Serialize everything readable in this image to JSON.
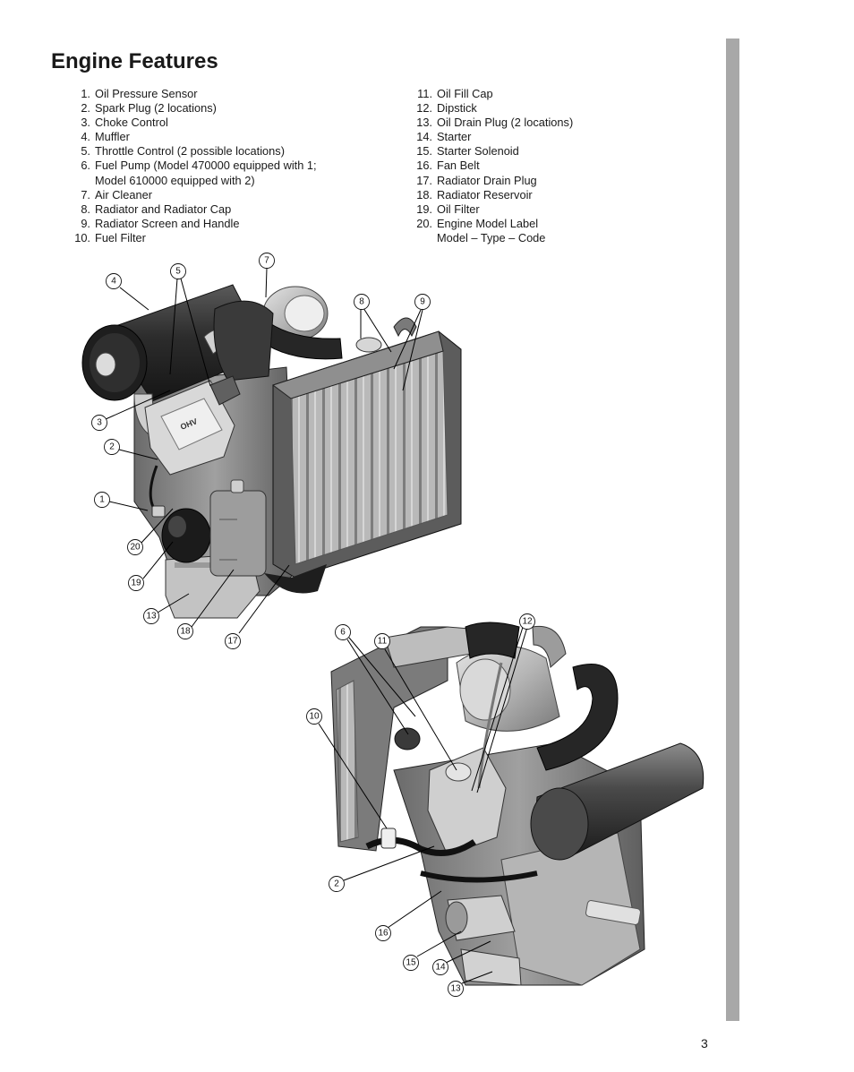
{
  "page": {
    "title": "Engine Features",
    "page_number": "3"
  },
  "parts_left": [
    {
      "num": "1.",
      "label": "Oil Pressure Sensor"
    },
    {
      "num": "2.",
      "label": "Spark Plug (2 locations)"
    },
    {
      "num": "3.",
      "label": "Choke Control"
    },
    {
      "num": "4.",
      "label": "Muffler"
    },
    {
      "num": "5.",
      "label": "Throttle Control (2 possible locations)"
    },
    {
      "num": "6.",
      "label": "Fuel Pump (Model 470000 equipped with 1;",
      "label2": "Model 610000 equipped with 2)"
    },
    {
      "num": "7.",
      "label": "Air Cleaner"
    },
    {
      "num": "8.",
      "label": "Radiator and Radiator Cap"
    },
    {
      "num": "9.",
      "label": "Radiator Screen and Handle"
    },
    {
      "num": "10.",
      "label": "Fuel Filter"
    }
  ],
  "parts_right": [
    {
      "num": "11.",
      "label": "Oil Fill Cap"
    },
    {
      "num": "12.",
      "label": "Dipstick"
    },
    {
      "num": "13.",
      "label": "Oil Drain Plug (2 locations)"
    },
    {
      "num": "14.",
      "label": "Starter"
    },
    {
      "num": "15.",
      "label": "Starter Solenoid"
    },
    {
      "num": "16.",
      "label": "Fan Belt"
    },
    {
      "num": "17.",
      "label": "Radiator Drain Plug"
    },
    {
      "num": "18.",
      "label": "Radiator Reservoir"
    },
    {
      "num": "19.",
      "label": "Oil Filter"
    },
    {
      "num": "20.",
      "label": "Engine Model Label",
      "label2": "Model – Type – Code"
    }
  ],
  "diagram_top": {
    "engraved_text": "OHV",
    "callouts": [
      "4",
      "5",
      "7",
      "8",
      "9",
      "3",
      "2",
      "1",
      "20",
      "19",
      "13",
      "18",
      "17"
    ]
  },
  "diagram_bottom": {
    "callouts": [
      "12",
      "6",
      "11",
      "10",
      "2",
      "16",
      "15",
      "14",
      "13"
    ]
  },
  "colors": {
    "side_bar": "#a8a8a8",
    "engine_dark": "#2a2a2a",
    "engine_mid": "#8a8a8a",
    "engine_light": "#c8c8c8"
  }
}
